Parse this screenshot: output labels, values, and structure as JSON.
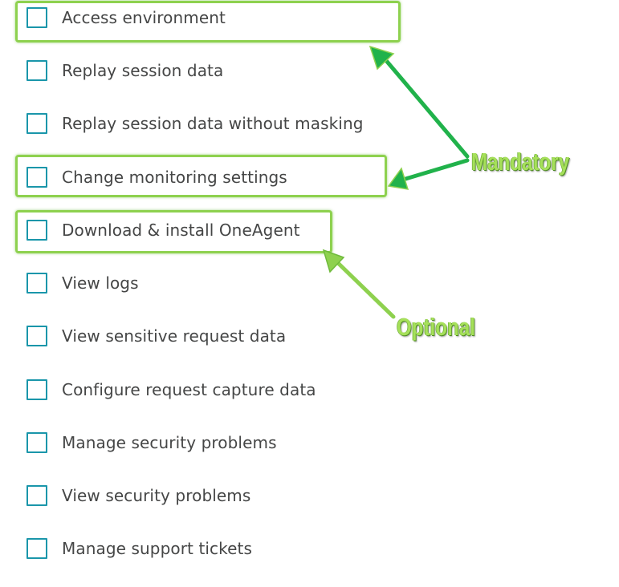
{
  "permissions": [
    {
      "label": "Access environment",
      "checked": false
    },
    {
      "label": "Replay session data",
      "checked": false
    },
    {
      "label": "Replay session data without masking",
      "checked": false
    },
    {
      "label": "Change monitoring settings",
      "checked": false
    },
    {
      "label": "Download & install OneAgent",
      "checked": false
    },
    {
      "label": "View logs",
      "checked": false
    },
    {
      "label": "View sensitive request data",
      "checked": false
    },
    {
      "label": "Configure request capture data",
      "checked": false
    },
    {
      "label": "Manage security problems",
      "checked": false
    },
    {
      "label": "View security problems",
      "checked": false
    },
    {
      "label": "Manage support tickets",
      "checked": false
    }
  ],
  "annotations": {
    "mandatory": {
      "label": "Mandatory",
      "color": "#a6e05a",
      "arrow_color": "#21b24b",
      "marks": [
        "Access environment",
        "Change monitoring settings"
      ]
    },
    "optional": {
      "label": "Optional",
      "color": "#a6e05a",
      "arrow_color": "#8ed14f",
      "marks": [
        "Download & install OneAgent"
      ]
    }
  },
  "colors": {
    "checkbox_border": "#1a96aa",
    "label_text": "#454646",
    "highlight_border": "#8ed14f"
  }
}
